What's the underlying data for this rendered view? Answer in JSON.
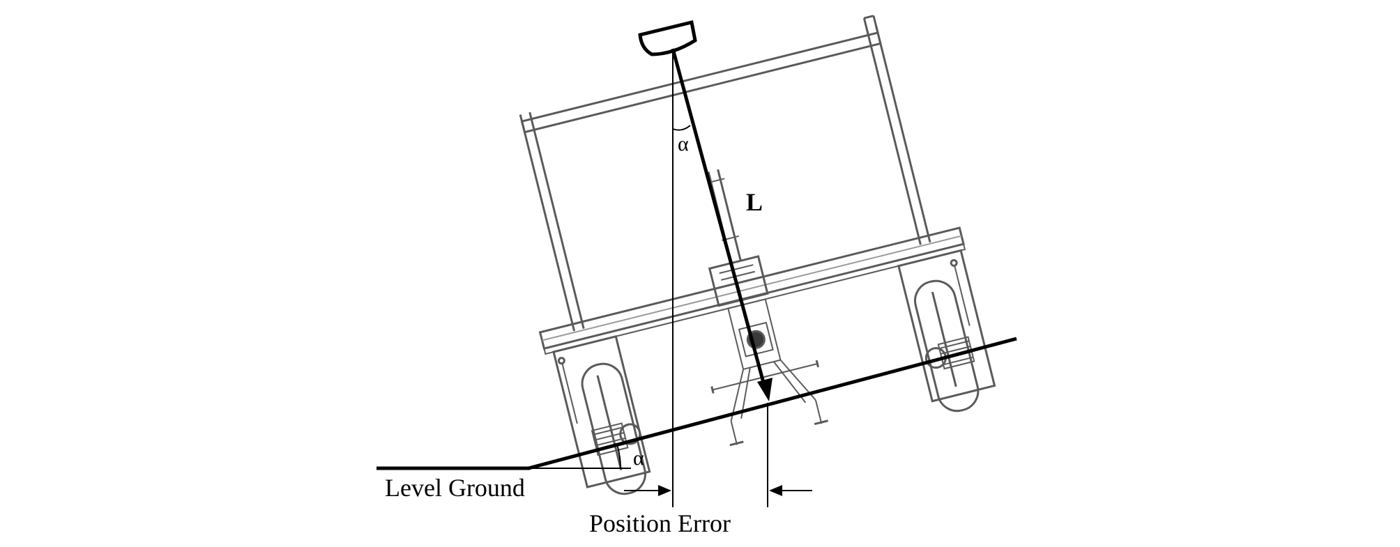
{
  "labels": {
    "angle_top": "α",
    "length": "L",
    "angle_ground": "α",
    "level_ground": "Level Ground",
    "position_error": "Position Error"
  },
  "colors": {
    "ink": "#000000",
    "machine": "#5a5a5a",
    "machine_light": "#9a9a9a"
  }
}
